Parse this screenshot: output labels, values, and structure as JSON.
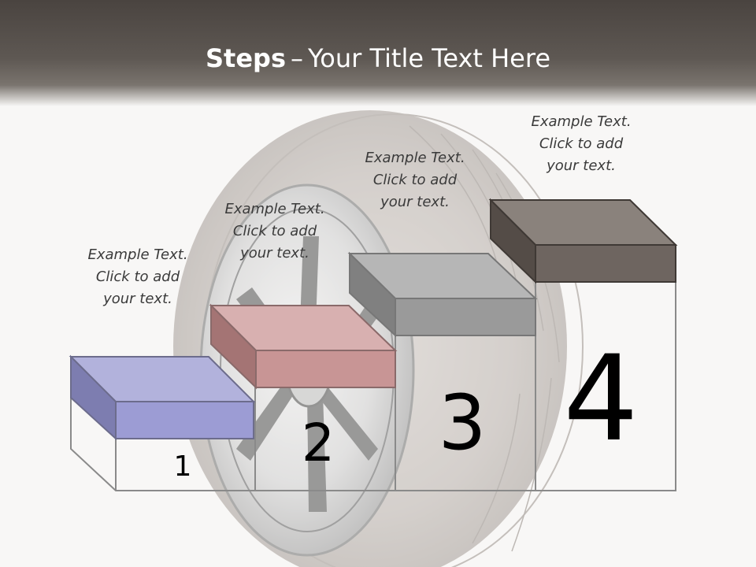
{
  "title": {
    "bold": "Steps",
    "dash": "–",
    "rest": "Your Title Text Here"
  },
  "steps": [
    {
      "number": "1",
      "lines": [
        "Example Text.",
        "Click  to add",
        "your text."
      ],
      "color": "#9c9cd4"
    },
    {
      "number": "2",
      "lines": [
        "Example Text.",
        "Click  to add",
        "your text."
      ],
      "color": "#c89595"
    },
    {
      "number": "3",
      "lines": [
        "Example Text.",
        "Click  to add",
        "your text."
      ],
      "color": "#9a9a9a"
    },
    {
      "number": "4",
      "lines": [
        "Example Text.",
        "Click  to add",
        "your text."
      ],
      "color": "#6e6560"
    }
  ]
}
